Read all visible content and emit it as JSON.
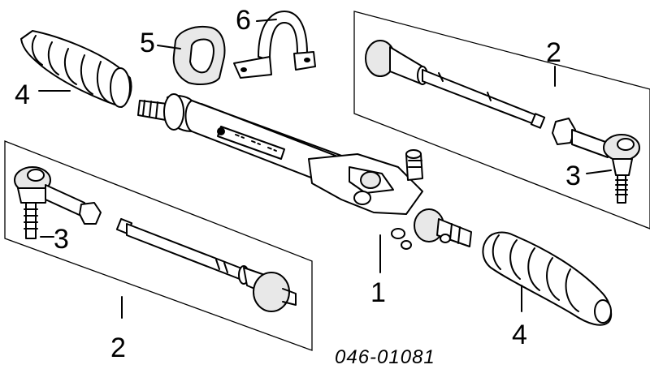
{
  "callouts": {
    "rack_assembly": "1",
    "tie_rod_upper": "2",
    "tie_rod_lower": "2",
    "tie_rod_end_upper": "3",
    "tie_rod_end_lower": "3",
    "boot_left": "4",
    "boot_right": "4",
    "bushing": "5",
    "bracket": "6"
  },
  "part_number": "046-01081"
}
